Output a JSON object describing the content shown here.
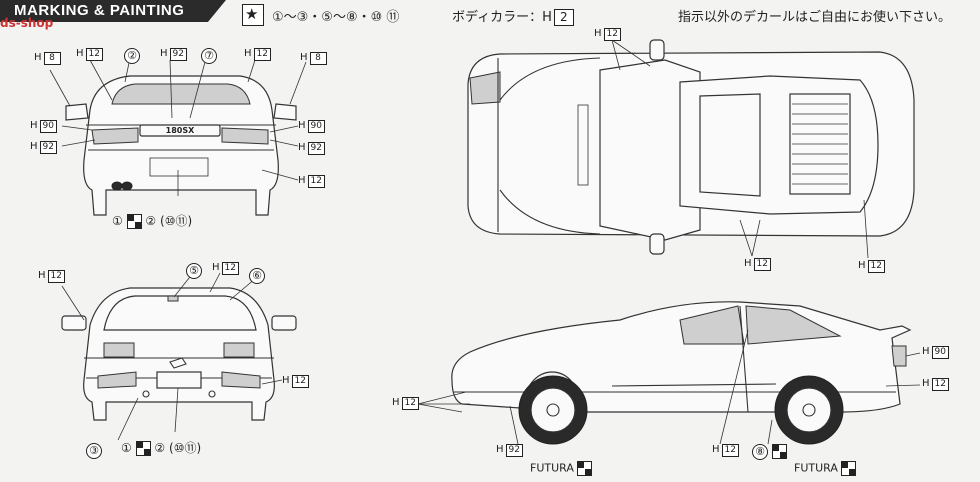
{
  "header": {
    "title": "MARKING & PAINTING",
    "watermark": "ds-shop"
  },
  "top_legend": {
    "star_text": "①〜③・⑤〜⑧・⑩ ⑪",
    "body_color_label": "ボディカラー：H",
    "body_color_value": "2",
    "note": "指示以外のデカールはご自由にお使い下さい。"
  },
  "rear_view": {
    "plate_text": "180SX",
    "callouts": [
      {
        "prefix": "H",
        "code": "8"
      },
      {
        "prefix": "H",
        "code": "12"
      },
      {
        "num": "②"
      },
      {
        "prefix": "H",
        "code": "92"
      },
      {
        "num": "⑦"
      },
      {
        "prefix": "H",
        "code": "12"
      },
      {
        "prefix": "H",
        "code": "8"
      },
      {
        "prefix": "H",
        "code": "90"
      },
      {
        "prefix": "H",
        "code": "92"
      },
      {
        "prefix": "H",
        "code": "90"
      },
      {
        "prefix": "H",
        "code": "92"
      },
      {
        "prefix": "H",
        "code": "12"
      }
    ],
    "decal_line": {
      "a": "①",
      "b": "②",
      "c": "(⑩⑪)"
    }
  },
  "front_view": {
    "callouts": [
      {
        "prefix": "H",
        "code": "12"
      },
      {
        "num": "⑤"
      },
      {
        "prefix": "H",
        "code": "12"
      },
      {
        "num": "⑥"
      },
      {
        "prefix": "H",
        "code": "12"
      },
      {
        "num": "③"
      }
    ],
    "decal_line": {
      "a": "①",
      "b": "②",
      "c": "(⑩⑪)"
    }
  },
  "top_view": {
    "callouts": [
      {
        "prefix": "H",
        "code": "12"
      },
      {
        "prefix": "H",
        "code": "12"
      },
      {
        "prefix": "H",
        "code": "12"
      }
    ]
  },
  "side_view": {
    "callouts": [
      {
        "prefix": "H",
        "code": "90"
      },
      {
        "prefix": "H",
        "code": "12"
      },
      {
        "prefix": "H",
        "code": "12"
      },
      {
        "prefix": "H",
        "code": "92"
      },
      {
        "prefix": "H",
        "code": "12"
      },
      {
        "num": "⑧"
      }
    ],
    "futura_label": "FUTURA"
  }
}
